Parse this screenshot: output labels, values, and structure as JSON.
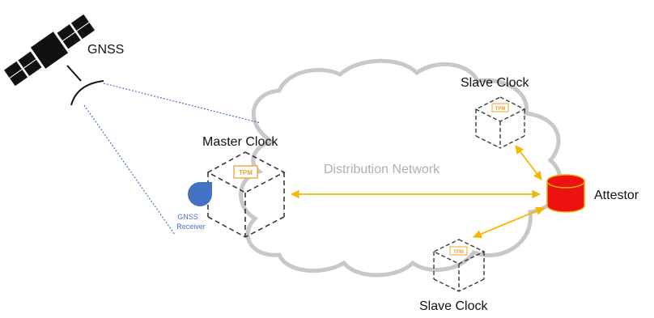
{
  "labels": {
    "gnss": "GNSS",
    "network": "Distribution Network",
    "master_clock": "Master Clock",
    "slave_clock_top": "Slave Clock",
    "slave_clock_bottom": "Slave Clock",
    "attestor": "Attestor",
    "receiver_line1": "GNSS",
    "receiver_line2": "Receiver",
    "tpm": "TPM"
  },
  "colors": {
    "cloud_stroke": "#c8c8c8",
    "cube_dash": "#3a3a3a",
    "tpm": "#f0a030",
    "arrow": "#f5b800",
    "attestor_fill": "#ee1111",
    "attestor_stroke": "#e3b000",
    "receiver": "#4472c4",
    "signal_line": "#4472c4",
    "network_text": "#b0b0b0"
  }
}
